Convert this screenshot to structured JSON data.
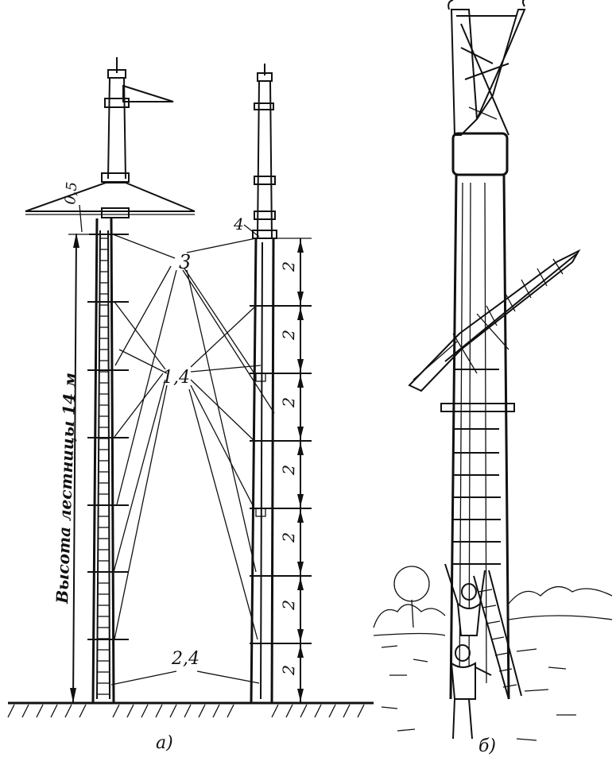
{
  "figure": {
    "panel_a": {
      "caption": "а)",
      "vertical_dimension_label": "Высота лестницы 14 м",
      "top_offset_label": "0,5",
      "segment_labels": [
        "2",
        "2",
        "2",
        "2",
        "2",
        "2",
        "2"
      ],
      "callouts": {
        "item_3": "3",
        "item_4": "4",
        "item_14": "1,4",
        "item_24": "2,4"
      }
    },
    "panel_b": {
      "caption": "б)"
    },
    "colors": {
      "ink": "#111111",
      "paper": "#ffffff"
    }
  }
}
